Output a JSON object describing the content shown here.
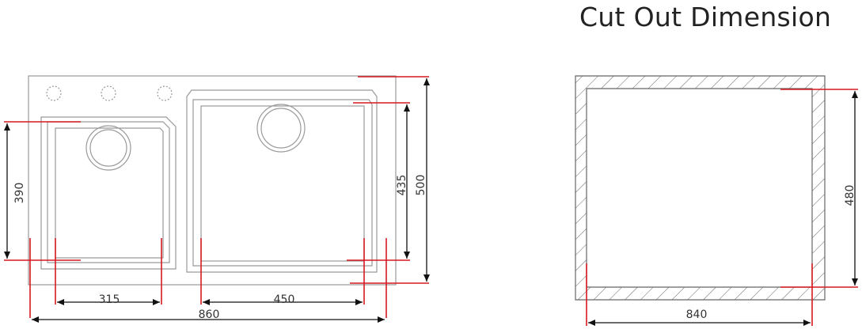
{
  "title": "Cut Out Dimension",
  "dimensions": {
    "small_bowl_height": "390",
    "small_bowl_width": "315",
    "large_bowl_width": "450",
    "large_bowl_height": "435",
    "sink_height": "500",
    "sink_width": "860",
    "cutout_height": "480",
    "cutout_width": "840"
  },
  "colors": {
    "outline": "#9a9a9a",
    "dimension": "#d71920",
    "arrow": "#111111",
    "text": "#333333"
  }
}
